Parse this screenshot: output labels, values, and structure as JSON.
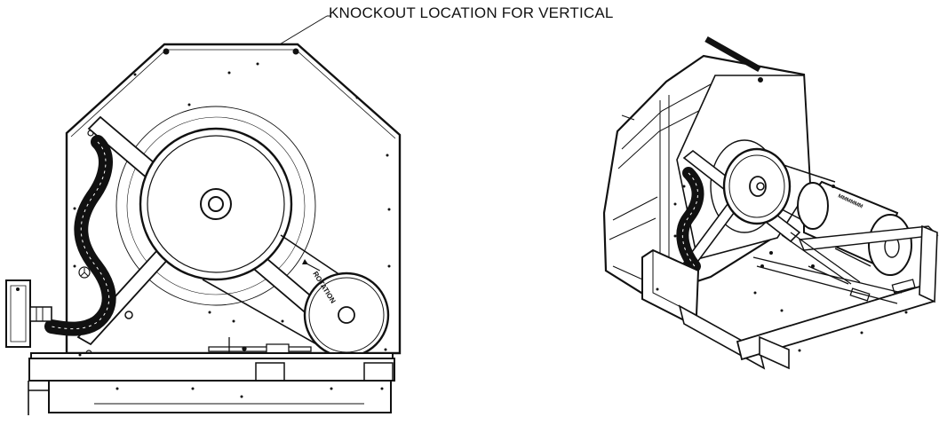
{
  "callout": {
    "text": "KNOCKOUT LOCATION FOR VERTICAL"
  },
  "front_view": {
    "rotation_label": "ROTATION"
  },
  "iso_view": {
    "motor_label": "MMMMMM"
  }
}
